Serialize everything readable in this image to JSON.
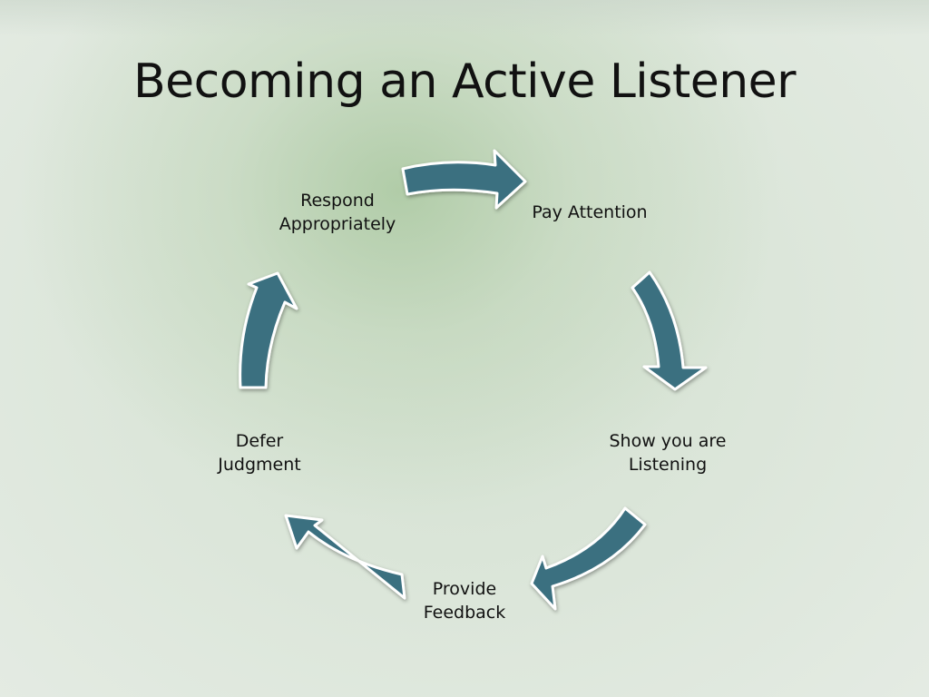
{
  "slide": {
    "title": "Becoming an Active Listener"
  },
  "cycle": {
    "arrow_color": "#3b6f80",
    "arrow_outline": "#ffffff",
    "nodes": [
      {
        "id": "pay-attention",
        "lines": [
          "Pay Attention"
        ]
      },
      {
        "id": "show-listening",
        "lines": [
          "Show you are",
          "Listening"
        ]
      },
      {
        "id": "provide-feedback",
        "lines": [
          "Provide",
          "Feedback"
        ]
      },
      {
        "id": "defer-judgment",
        "lines": [
          "Defer",
          "Judgment"
        ]
      },
      {
        "id": "respond-appropriately",
        "lines": [
          "Respond",
          "Appropriately"
        ]
      }
    ]
  }
}
